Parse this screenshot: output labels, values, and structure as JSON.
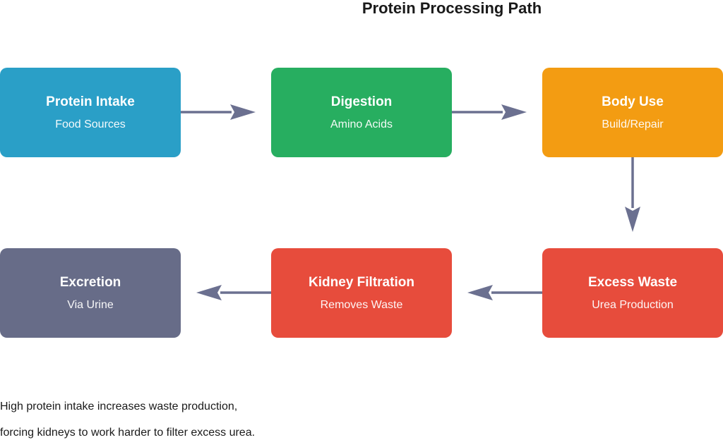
{
  "title": "Protein Processing Path",
  "nodes": [
    {
      "title": "Protein Intake",
      "subtitle": "Food Sources",
      "color": "#2a9fc7"
    },
    {
      "title": "Digestion",
      "subtitle": "Amino Acids",
      "color": "#27ae60"
    },
    {
      "title": "Body Use",
      "subtitle": "Build/Repair",
      "color": "#f39c12"
    },
    {
      "title": "Excess Waste",
      "subtitle": "Urea Production",
      "color": "#e74c3c"
    },
    {
      "title": "Kidney Filtration",
      "subtitle": "Removes Waste",
      "color": "#e74c3c"
    },
    {
      "title": "Excretion",
      "subtitle": "Via Urine",
      "color": "#676c88"
    }
  ],
  "arrow_color": "#6b7090",
  "note": {
    "line1": "High protein intake increases waste production,",
    "line2": "forcing kidneys to work harder to filter excess urea."
  }
}
